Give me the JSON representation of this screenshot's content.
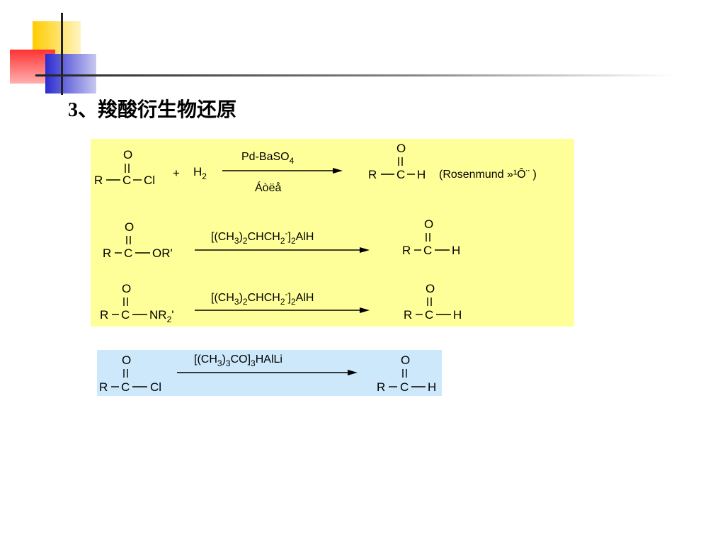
{
  "slide": {
    "title": "3、羧酸衍生物还原",
    "colors": {
      "yellow_panel": "#ffff99",
      "blue_panel": "#cce8fa",
      "deco_yellow": "#ffcc00",
      "deco_red": "#ff3333",
      "deco_blue": "#3333cc"
    }
  },
  "panel1": {
    "reaction1": {
      "reactant": {
        "O": "O",
        "R": "R",
        "C": "C",
        "X": "Cl"
      },
      "plus": "+",
      "h2": {
        "base": "H",
        "sub": "2"
      },
      "reagent_above": {
        "base": "Pd-BaSO",
        "sub": "4"
      },
      "reagent_below": "Áòëå",
      "product": {
        "O": "O",
        "R": "R",
        "C": "C",
        "H": "H"
      },
      "note": "(Rosenmund »¹Ô­¨ )"
    },
    "reaction2": {
      "reactant": {
        "O": "O",
        "R": "R",
        "C": "C",
        "X": "OR'"
      },
      "reagent": {
        "p1": "[(CH",
        "s1": "3",
        "p2": ")",
        "s2": "2",
        "p3": "CHCH",
        "s3": "2",
        "sup": "-",
        "p4": "]",
        "s4": "2",
        "p5": "AlH"
      },
      "product": {
        "O": "O",
        "R": "R",
        "C": "C",
        "H": "H"
      }
    },
    "reaction3": {
      "reactant": {
        "O": "O",
        "R": "R",
        "C": "C",
        "X": "NR",
        "Xsub": "2",
        "Xtail": "'"
      },
      "reagent": {
        "p1": "[(CH",
        "s1": "3",
        "p2": ")",
        "s2": "2",
        "p3": "CHCH",
        "s3": "2",
        "sup": "-",
        "p4": "]",
        "s4": "2",
        "p5": "AlH"
      },
      "product": {
        "O": "O",
        "R": "R",
        "C": "C",
        "H": "H"
      }
    }
  },
  "panel2": {
    "reaction4": {
      "reactant": {
        "O": "O",
        "R": "R",
        "C": "C",
        "X": "Cl"
      },
      "reagent": {
        "p1": "[(CH",
        "s1": "3",
        "p2": ")",
        "s2": "3",
        "p3": "CO]",
        "s3": "3",
        "p4": "HAlLi"
      },
      "product": {
        "O": "O",
        "R": "R",
        "C": "C",
        "H": "H"
      }
    }
  }
}
